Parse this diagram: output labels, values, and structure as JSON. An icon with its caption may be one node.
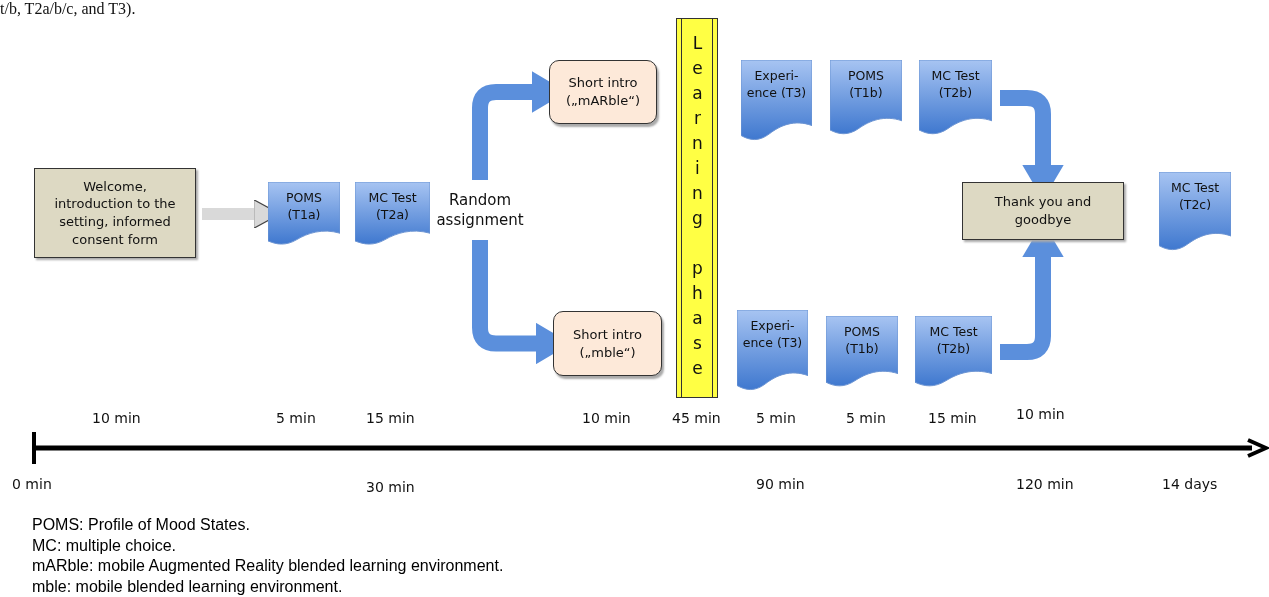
{
  "diagram": {
    "nodes": [
      {
        "text": [
          "Welcome, introduction to the setting, informed consent form"
        ]
      },
      {
        "text": [
          "POMS (T1a)"
        ]
      },
      {
        "text": [
          "MC Test (T2a)"
        ]
      },
      {
        "text": [
          "Random assignment"
        ]
      },
      {
        "text": [
          "Short intro („mARble“)"
        ]
      },
      {
        "text": [
          "Short intro („mble“)"
        ]
      },
      {
        "text": [
          "Learning phase"
        ]
      },
      {
        "text": [
          "Experi- ence (T3)"
        ]
      },
      {
        "text": [
          "POMS (T1b)"
        ]
      },
      {
        "text": [
          "MC Test (T2b)"
        ]
      },
      {
        "text": [
          "Experi- ence (T3)"
        ]
      },
      {
        "text": [
          "POMS (T1b)"
        ]
      },
      {
        "text": [
          "MC Test (T2b)"
        ]
      },
      {
        "text": [
          "Thank you and goodbye"
        ]
      },
      {
        "text": [
          "MC Test (T2c)"
        ]
      }
    ],
    "edges": [
      {
        "from": 0,
        "to": 1,
        "arrow": "to",
        "color": "#d9d9d9"
      },
      {
        "from": 3,
        "to": 4,
        "arrow": "to"
      },
      {
        "from": 3,
        "to": 5,
        "arrow": "to"
      },
      {
        "from": 9,
        "to": 13,
        "arrow": "to"
      },
      {
        "from": 12,
        "to": 13,
        "arrow": "to"
      }
    ],
    "labels": [
      "t/b, T2a/b/c, and T3).",
      "10 min",
      "5 min",
      "15 min",
      "10 min",
      "45 min",
      "5 min",
      "5 min",
      "15 min",
      "10 min",
      "0 min",
      "30 min",
      "90 min",
      "120 min",
      "14 days",
      "POMS: Profile of Mood States.",
      "MC: multiple choice.",
      "mARble: mobile Augmented Reality blended learning environment.",
      "mble: mobile blended learning environment."
    ]
  }
}
